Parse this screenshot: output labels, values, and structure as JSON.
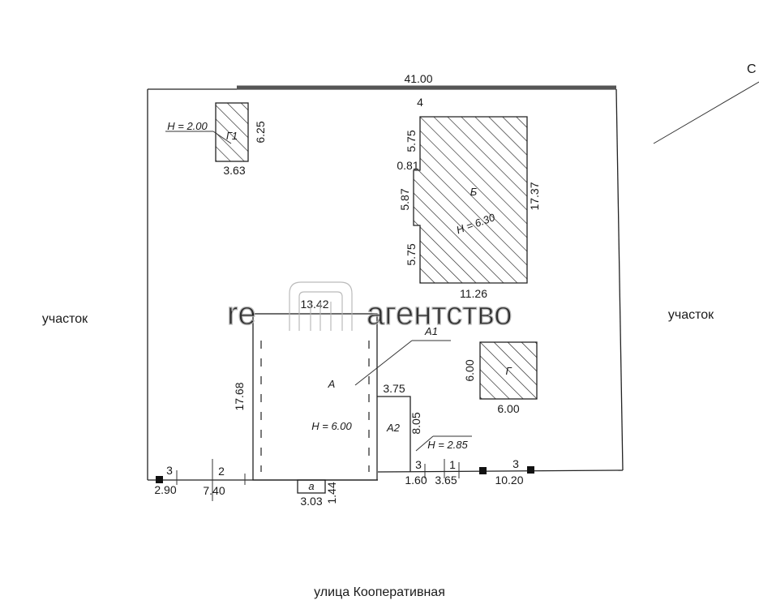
{
  "neighbors": {
    "left": "участок",
    "right": "участок"
  },
  "street": "улица  Кооперативная",
  "north_mark": "С",
  "watermark": {
    "left": "re",
    "right": "агентство"
  },
  "plot": {
    "top_length": "41.00",
    "top_segment": "4"
  },
  "buildings": {
    "g1": {
      "label": "Г1",
      "height": "H = 2.00",
      "width": "3.63",
      "depth": "6.25"
    },
    "b": {
      "label": "Б",
      "height": "H = 6.30",
      "width": "11.26",
      "depth": "17.37",
      "left_dims": [
        "5.75",
        "0.81",
        "5.87",
        "5.75"
      ]
    },
    "a": {
      "label": "А",
      "height": "H = 6.00",
      "width": "13.42",
      "depth": "17.68",
      "callout": "А1"
    },
    "a2": {
      "label": "А2",
      "height": "H = 2.85",
      "width": "3.75",
      "depth": "8.05"
    },
    "g": {
      "label": "Г",
      "width": "6.00",
      "depth": "6.00"
    },
    "porch": {
      "label": "а",
      "width": "3.03",
      "depth": "1.44"
    }
  },
  "front_segments": {
    "s3a": "3",
    "s290": "2.90",
    "s2": "2",
    "s740": "7.40",
    "s3b": "3",
    "s160": "1.60",
    "s1": "1",
    "s365": "3.65",
    "s3c": "3",
    "s1020": "10.20"
  }
}
